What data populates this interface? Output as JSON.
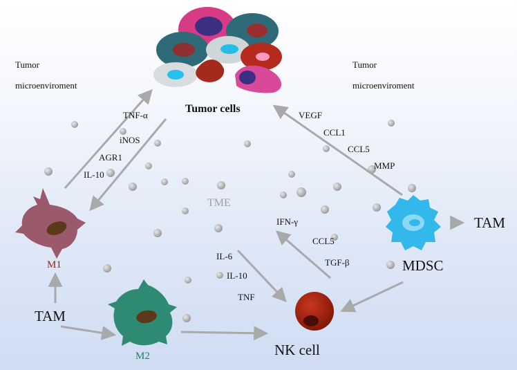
{
  "labels": {
    "tumor_env_left_1": "Tumor",
    "tumor_env_left_2": "microenviroment",
    "tumor_env_right_1": "Tumor",
    "tumor_env_right_2": "microenviroment",
    "tumor_cells": "Tumor cells",
    "tme": "TME",
    "m1": "M1",
    "m2": "M2",
    "tam_left": "TAM",
    "tam_right": "TAM",
    "mdsc": "MDSC",
    "nk_cell": "NK  cell"
  },
  "m1_factors": [
    "TNF-α",
    "iNOS",
    "AGR1",
    "IL-10"
  ],
  "mdsc_factors": [
    "VEGF",
    "CCL1",
    "CCL5",
    "MMP"
  ],
  "nk_factors": [
    "IFN-γ",
    "CCL5",
    "TGF-β"
  ],
  "m2_factors": [
    "IL-6",
    "IL-10",
    "TNF"
  ],
  "colors": {
    "arrow": "#a9a9a9",
    "m1": "#9b5a6b",
    "m2": "#2e8a72",
    "mdsc": "#33b8ec",
    "nk": "#a3200f",
    "m1_label": "#8b2a1e",
    "m2_label": "#2e7a6a"
  }
}
